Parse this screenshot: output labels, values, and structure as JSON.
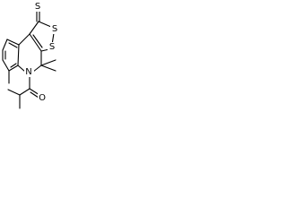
{
  "structure": {
    "atoms": {
      "thione_s": "S",
      "ring_s1": "S",
      "ring_s2": "S",
      "ring_n": "N",
      "carbonyl_o": "O"
    }
  },
  "colors": {
    "bond": "#000000",
    "label": "#000000",
    "background": "#ffffff"
  }
}
